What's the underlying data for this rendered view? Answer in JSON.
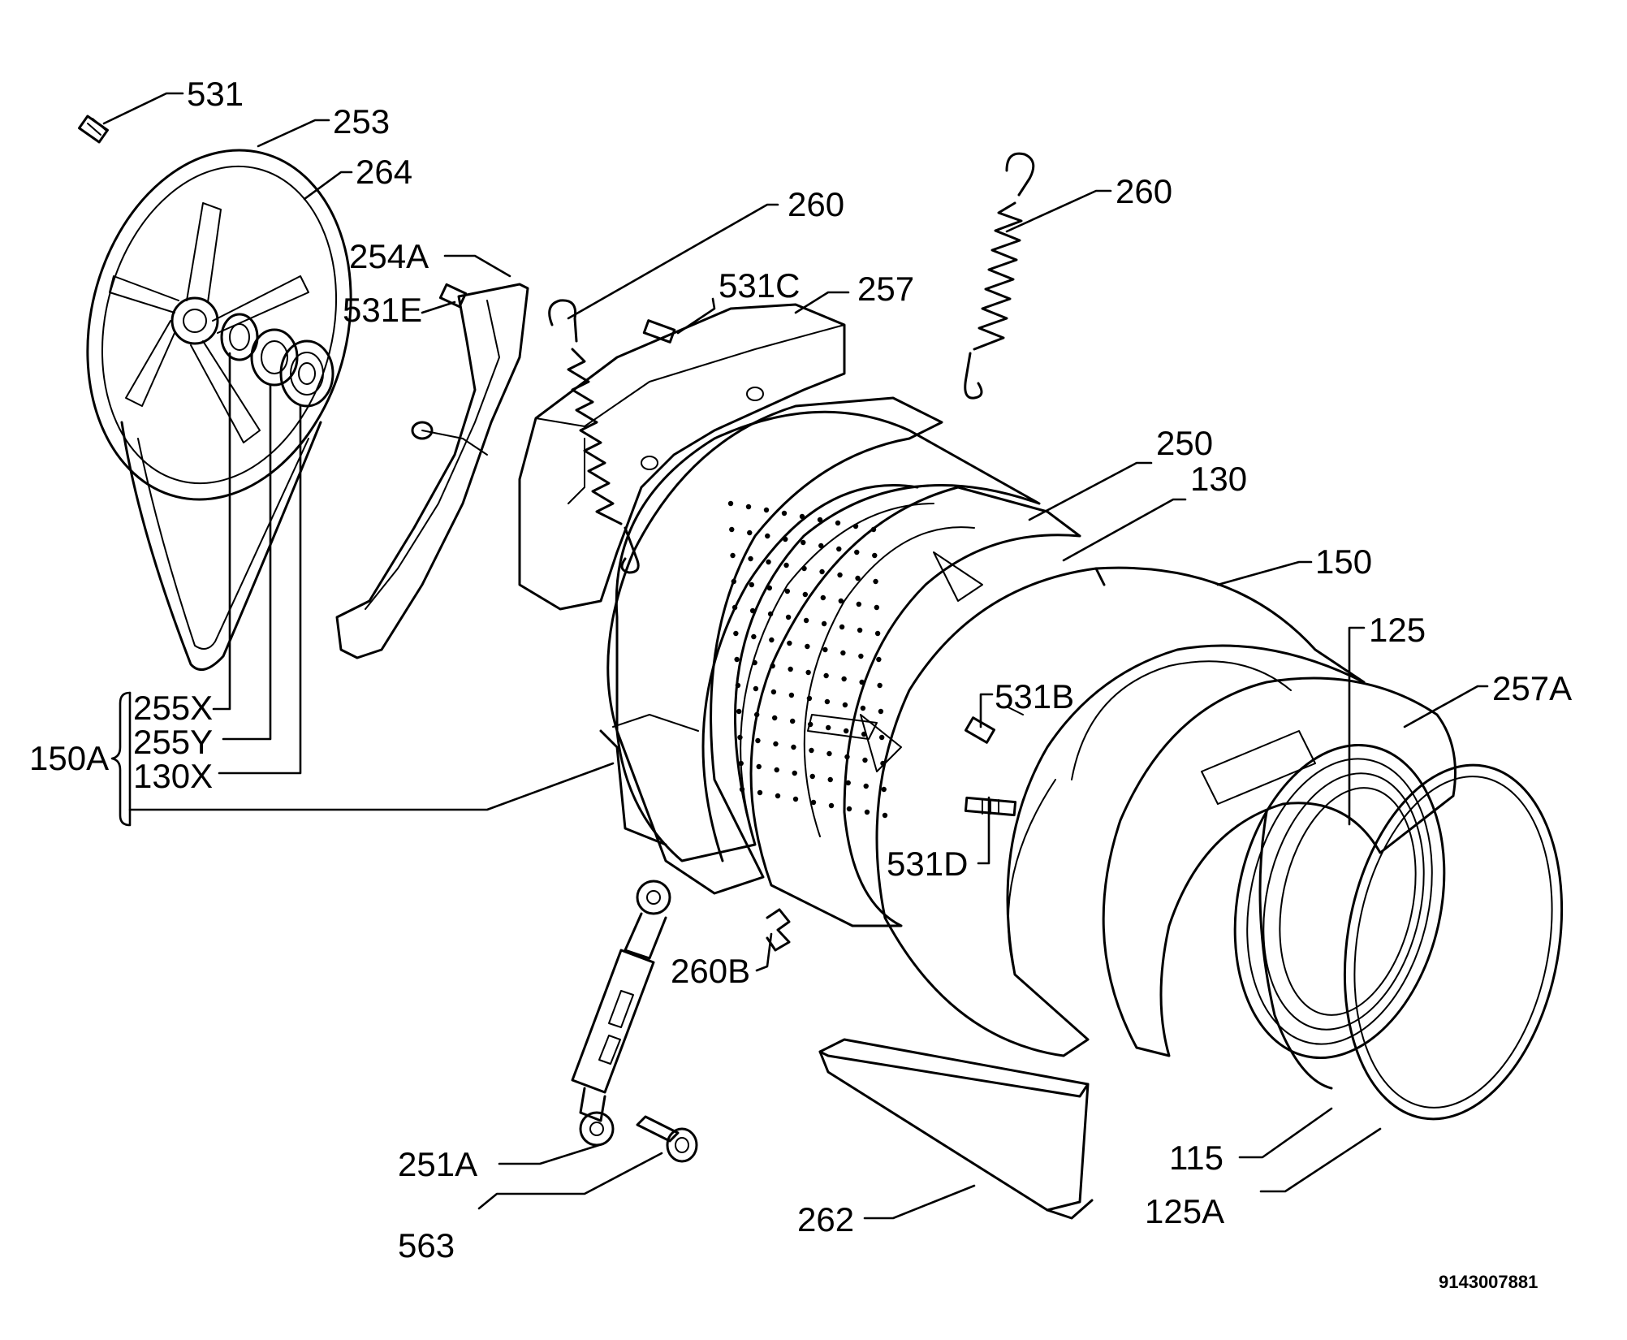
{
  "labels": {
    "l531": "531",
    "l253": "253",
    "l264": "264",
    "l260a": "260",
    "l260b": "260",
    "l254a": "254A",
    "l531e": "531E",
    "l531c": "531C",
    "l257": "257",
    "l250": "250",
    "l130": "130",
    "l150": "150",
    "l125": "125",
    "l257a": "257A",
    "l531b": "531B",
    "l531d": "531D",
    "l255x": "255X",
    "l255y": "255Y",
    "l130x": "130X",
    "l150a": "150A",
    "l260b2": "260B",
    "l251a": "251A",
    "l563": "563",
    "l262": "262",
    "l115": "115",
    "l125a": "125A"
  },
  "document_number": "9143007881"
}
